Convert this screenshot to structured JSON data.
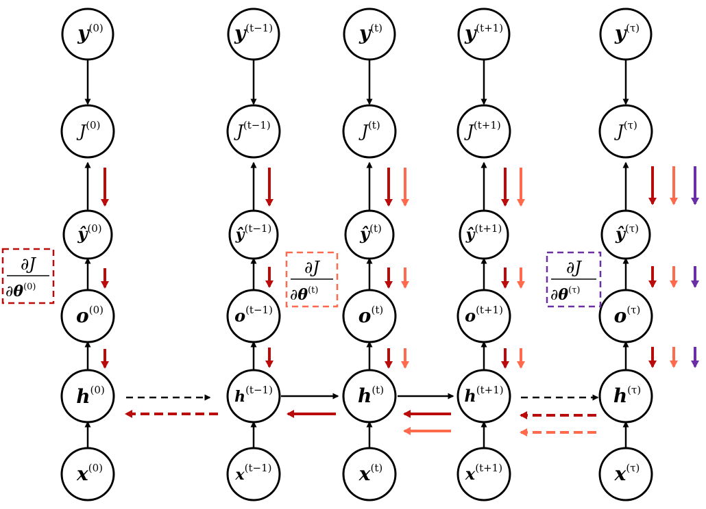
{
  "colors": {
    "t0": "#bb0a0a",
    "t": "#ff6a4d",
    "tau": "#6b2fa5",
    "ink": "#000000"
  },
  "columns": [
    {
      "y_base": "y",
      "y_sup": "(0)",
      "J_base": "J",
      "J_sup": "(0)",
      "yhat_base": "ŷ",
      "yhat_sup": "(0)",
      "o_base": "o",
      "o_sup": "(0)",
      "h_base": "h",
      "h_sup": "(0)",
      "x_base": "x",
      "x_sup": "(0)"
    },
    {
      "y_base": "y",
      "y_sup": "(t−1)",
      "J_base": "J",
      "J_sup": "(t−1)",
      "yhat_base": "ŷ",
      "yhat_sup": "(t−1)",
      "o_base": "o",
      "o_sup": "(t−1)",
      "h_base": "h",
      "h_sup": "(t−1)",
      "x_base": "x",
      "x_sup": "(t−1)"
    },
    {
      "y_base": "y",
      "y_sup": "(t)",
      "J_base": "J",
      "J_sup": "(t)",
      "yhat_base": "ŷ",
      "yhat_sup": "(t)",
      "o_base": "o",
      "o_sup": "(t)",
      "h_base": "h",
      "h_sup": "(t)",
      "x_base": "x",
      "x_sup": "(t)"
    },
    {
      "y_base": "y",
      "y_sup": "(t+1)",
      "J_base": "J",
      "J_sup": "(t+1)",
      "yhat_base": "ŷ",
      "yhat_sup": "(t+1)",
      "o_base": "o",
      "o_sup": "(t+1)",
      "h_base": "h",
      "h_sup": "(t+1)",
      "x_base": "x",
      "x_sup": "(t+1)"
    },
    {
      "y_base": "y",
      "y_sup": "(τ)",
      "J_base": "J",
      "J_sup": "(τ)",
      "yhat_base": "ŷ",
      "yhat_sup": "(τ)",
      "o_base": "o",
      "o_sup": "(τ)",
      "h_base": "h",
      "h_sup": "(τ)",
      "x_base": "x",
      "x_sup": "(τ)"
    }
  ],
  "grad_boxes": [
    {
      "numerator": "∂J",
      "denominator_partial": "∂",
      "theta": "θ",
      "sup": "(0)"
    },
    {
      "numerator": "∂J",
      "denominator_partial": "∂",
      "theta": "θ",
      "sup": "(t)"
    },
    {
      "numerator": "∂J",
      "denominator_partial": "∂",
      "theta": "θ",
      "sup": "(τ)"
    }
  ]
}
